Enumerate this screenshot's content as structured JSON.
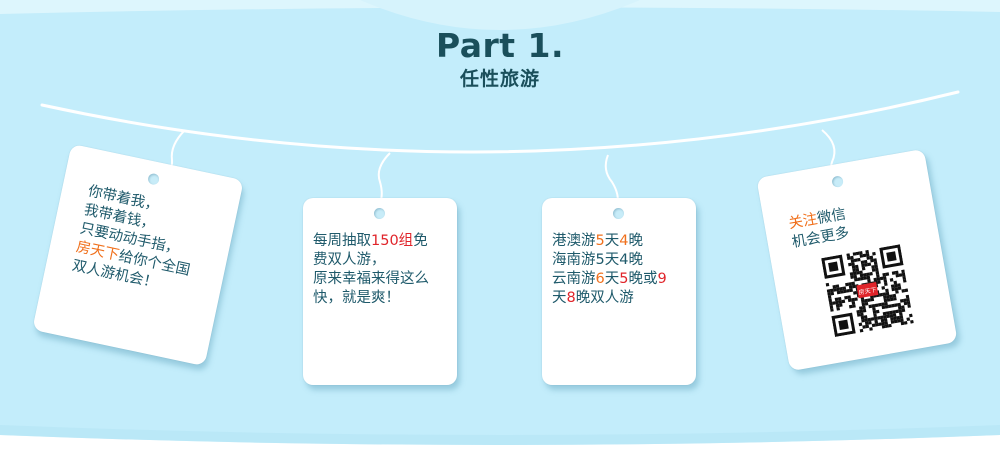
{
  "header": {
    "title": "Part 1.",
    "subtitle": "任性旅游"
  },
  "colors": {
    "background": "#c5eefb",
    "heading": "#1a4f5b",
    "card_text": "#1f5a6b",
    "accent_orange": "#f0701c",
    "accent_red": "#e0242a"
  },
  "cards": [
    {
      "line1": "你带着我，",
      "line2": "我带着钱，",
      "line3": "只要动动手指，",
      "line4_hl": "房天下",
      "line4_rest": "给你个全国",
      "line5": "双人游机会！"
    },
    {
      "line1_a": "每周抽取",
      "line1_hl": "150组",
      "line1_b": "免",
      "line2": "费双人游，",
      "line3": "原来幸福来得这么",
      "line4": "快，就是爽！"
    },
    {
      "l1_a": "港澳游",
      "l1_n1": "5",
      "l1_b": "天",
      "l1_n2": "4",
      "l1_c": "晚",
      "l2": "海南游5天4晚",
      "l3_a": "云南游",
      "l3_n1": "6",
      "l3_b": "天",
      "l3_n2": "5",
      "l3_c": "晚或",
      "l3_n3": "9",
      "l4_a": "天",
      "l4_n": "8",
      "l4_b": "晚双人游"
    },
    {
      "line1_hl": "关注",
      "line1_rest": "微信",
      "line2": "机会更多",
      "qr_badge": "房天下"
    }
  ]
}
